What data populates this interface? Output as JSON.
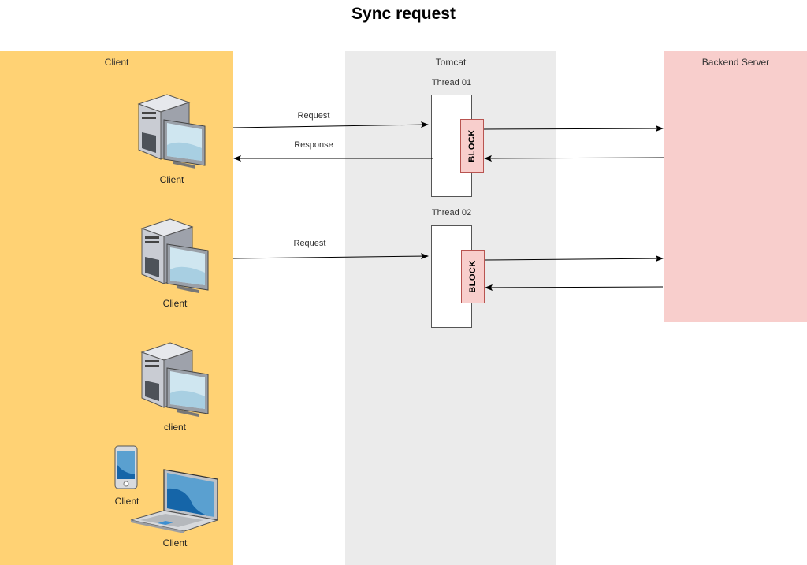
{
  "title": "Sync request",
  "lanes": {
    "client": {
      "label": "Client",
      "color": "#ffd274"
    },
    "tomcat": {
      "label": "Tomcat",
      "color": "#ebebeb"
    },
    "backend": {
      "label": "Backend Server",
      "color": "#f8cecc"
    }
  },
  "clients": [
    {
      "label": "Client",
      "icon": "desktop-pc-icon"
    },
    {
      "label": "Client",
      "icon": "desktop-pc-icon"
    },
    {
      "label": "client",
      "icon": "desktop-pc-icon"
    },
    {
      "label": "Client",
      "icon": "mobile-phone-icon"
    },
    {
      "label": "Client",
      "icon": "laptop-icon"
    }
  ],
  "threads": [
    {
      "label": "Thread 01",
      "block_label": "BLOCK"
    },
    {
      "label": "Thread 02",
      "block_label": "BLOCK"
    }
  ],
  "edges": [
    {
      "label": "Request",
      "from": "Client",
      "to": "Thread 01"
    },
    {
      "label": "Response",
      "from": "Thread 01",
      "to": "Client"
    },
    {
      "label": "",
      "from": "Thread 01 BLOCK",
      "to": "Backend Server"
    },
    {
      "label": "",
      "from": "Backend Server",
      "to": "Thread 01 BLOCK"
    },
    {
      "label": "Request",
      "from": "Client",
      "to": "Thread 02"
    },
    {
      "label": "",
      "from": "Thread 02 BLOCK",
      "to": "Backend Server"
    },
    {
      "label": "",
      "from": "Backend Server",
      "to": "Thread 02 BLOCK"
    }
  ]
}
